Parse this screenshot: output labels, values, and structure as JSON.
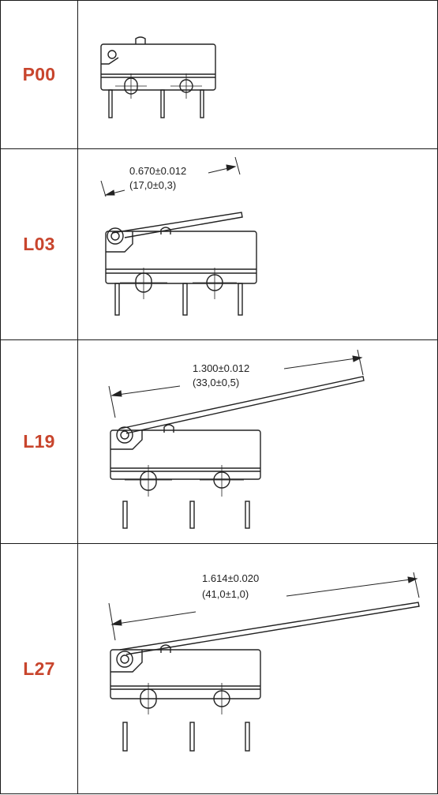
{
  "rows": [
    {
      "code": "P00",
      "lever": null
    },
    {
      "code": "L03",
      "lever": {
        "dimension": "0.670±0.012",
        "dimension_metric": "(17,0±0,3)"
      }
    },
    {
      "code": "L19",
      "lever": {
        "dimension": "1.300±0.012",
        "dimension_metric": "(33,0±0,5)"
      }
    },
    {
      "code": "L27",
      "lever": {
        "dimension": "1.614±0.020",
        "dimension_metric": "(41,0±1,0)"
      }
    }
  ],
  "colors": {
    "code_text": "#c8452d",
    "line": "#1a1a1a"
  }
}
